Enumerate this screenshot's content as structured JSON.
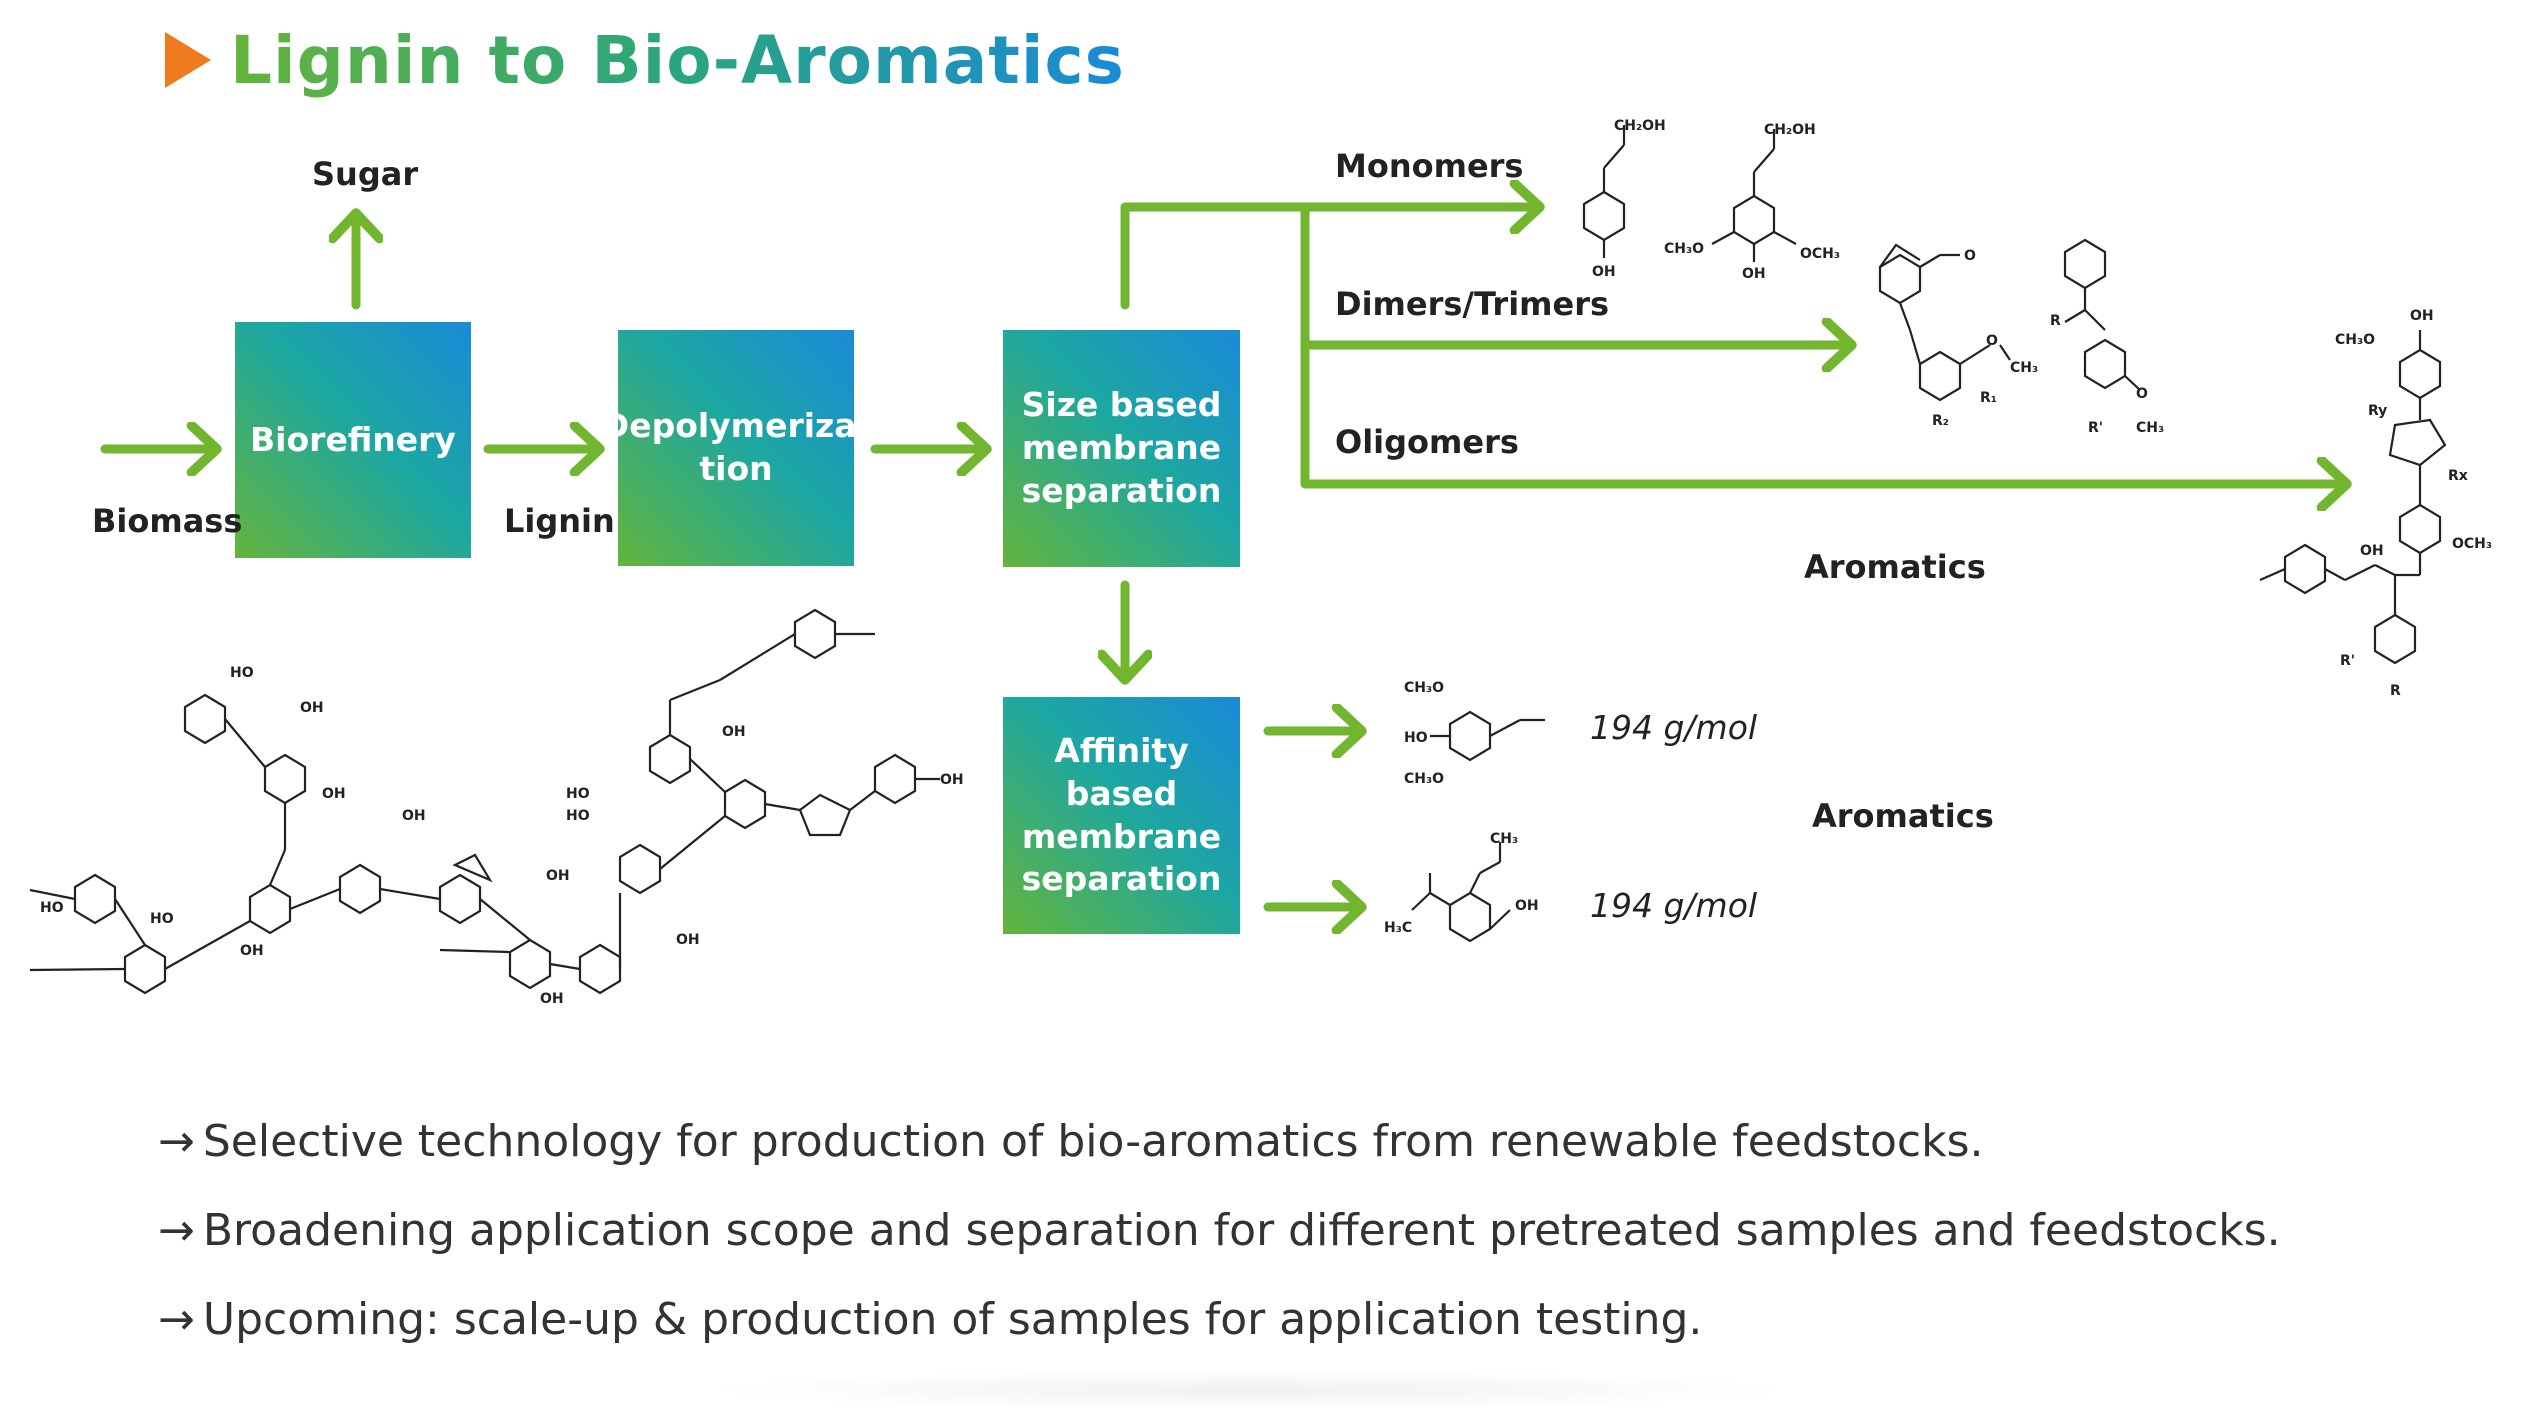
{
  "title": "Lignin to Bio-Aromatics",
  "colors": {
    "title_start": "#64b43c",
    "title_end": "#1a8ad8",
    "arrow": "#72b62f",
    "bullet_icon": "#f07a1e"
  },
  "boxes": {
    "biorefinery": "Biorefinery",
    "depolymerization_1": "Depolymeriza-",
    "depolymerization_2": "tion",
    "size_1": "Size based",
    "size_2": "membrane",
    "size_3": "separation",
    "affinity_1": "Affinity based",
    "affinity_2": "membrane",
    "affinity_3": "separation"
  },
  "labels": {
    "sugar": "Sugar",
    "biomass": "Biomass",
    "lignin": "Lignin",
    "monomers": "Monomers",
    "dimers": "Dimers/Trimers",
    "oligomers": "Oligomers",
    "aromatics_top": "Aromatics",
    "aromatics_bottom": "Aromatics",
    "mw_1": "194 g/mol",
    "mw_2": "194 g/mol"
  },
  "chem_labels": {
    "ch2oh": "CH₂OH",
    "oh": "OH",
    "ho": "HO",
    "ch3o": "CH₃O",
    "och3": "OCH₃",
    "ch3": "CH₃",
    "h3c": "H₃C",
    "r": "R",
    "r_prime": "R'",
    "r1": "R₁",
    "r2": "R₂",
    "rx": "Rx",
    "ry": "Ry",
    "o": "O"
  },
  "bullets": [
    "Selective technology for production of bio-aromatics from renewable feedstocks.",
    "Broadening application scope and separation for different pretreated samples and feedstocks.",
    "Upcoming: scale-up & production of samples for application testing."
  ],
  "bullet_arrow": "→"
}
